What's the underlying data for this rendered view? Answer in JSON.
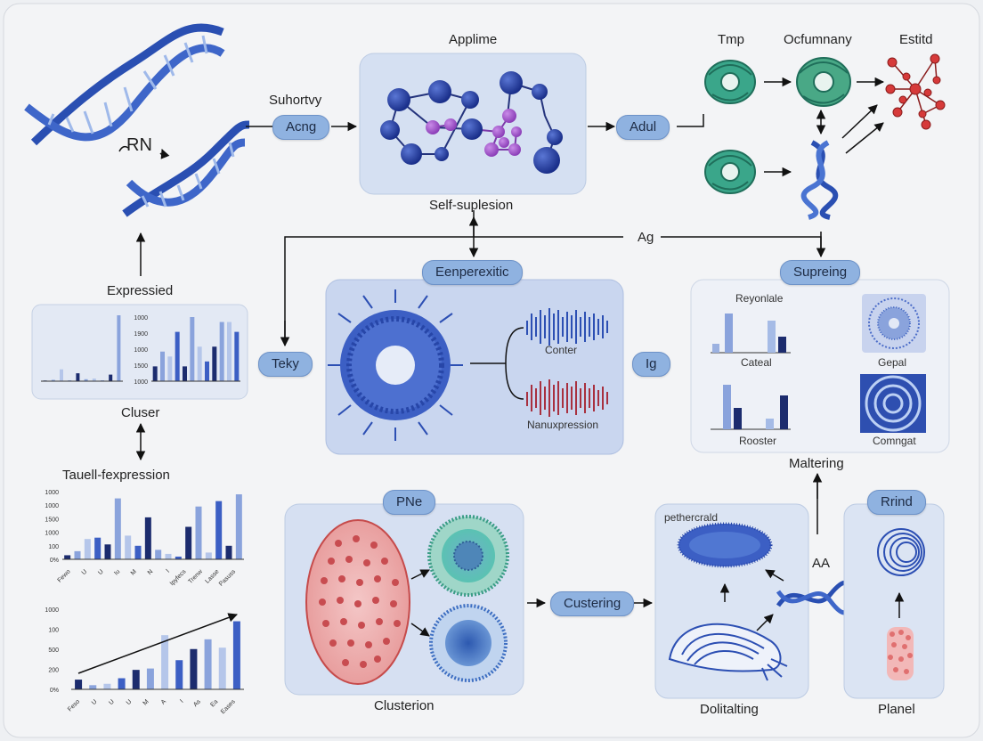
{
  "labels": {
    "rn": "RN",
    "suhortvy": "Suhortvy",
    "applime": "Applime",
    "self_suplesion": "Self-suplesion",
    "tmp": "Tmp",
    "ocfumnany": "Ocfumnany",
    "estitd": "Estitd",
    "ag": "Ag",
    "expressied": "Expressied",
    "cluser": "Cluser",
    "tauell": "Tauell-fexpression",
    "conter": "Conter",
    "nanuxpression": "Nanuxpression",
    "reyonlale": "Reyonlale",
    "cateal": "Cateal",
    "gepal": "Gepal",
    "rooster": "Rooster",
    "comngat": "Comngat",
    "maltering": "Maltering",
    "clusterion": "Clusterion",
    "petheraid": "pethercrald",
    "aa": "AA",
    "dolitalting": "Dolitalting",
    "planel": "Planel"
  },
  "pills": {
    "acng": "Acng",
    "adul": "Adul",
    "eenperexitic": "Eenperexitic",
    "supreing": "Supreing",
    "teky": "Teky",
    "ig": "Ig",
    "pne": "PNe",
    "custering": "Custering",
    "rrind": "Rrind"
  },
  "chart_expressied": {
    "left": {
      "values": [
        1,
        2,
        18,
        1,
        12,
        3,
        4,
        1,
        10,
        100
      ]
    },
    "right": {
      "yticks": [
        "1000",
        "1900",
        "1000",
        "1500",
        "1000"
      ],
      "values": [
        15,
        30,
        25,
        50,
        15,
        65,
        35,
        20,
        35,
        60,
        60,
        50
      ]
    }
  },
  "chart_tauell": {
    "yticks": [
      "1000",
      "1000",
      "1500",
      "1000",
      "100",
      "0%"
    ],
    "xticks": [
      "Fewo",
      "U",
      "U",
      "Iu",
      "M",
      "N",
      "l",
      "Ipyfecs",
      "Trenw",
      "Lasse",
      "Pasuss"
    ],
    "values": [
      6,
      12,
      30,
      32,
      22,
      90,
      35,
      20,
      62,
      14,
      8,
      4,
      48,
      78,
      10,
      86,
      20,
      96
    ]
  },
  "chart_bottom": {
    "yticks": [
      "1000",
      "100",
      "500",
      "200",
      "0%"
    ],
    "xticks": [
      "Feso",
      "U",
      "U",
      "U",
      "M",
      "A",
      "I",
      "As",
      "Ea",
      "Eases"
    ],
    "values": [
      14,
      6,
      8,
      16,
      28,
      30,
      78,
      42,
      58,
      72,
      60,
      98
    ]
  }
}
